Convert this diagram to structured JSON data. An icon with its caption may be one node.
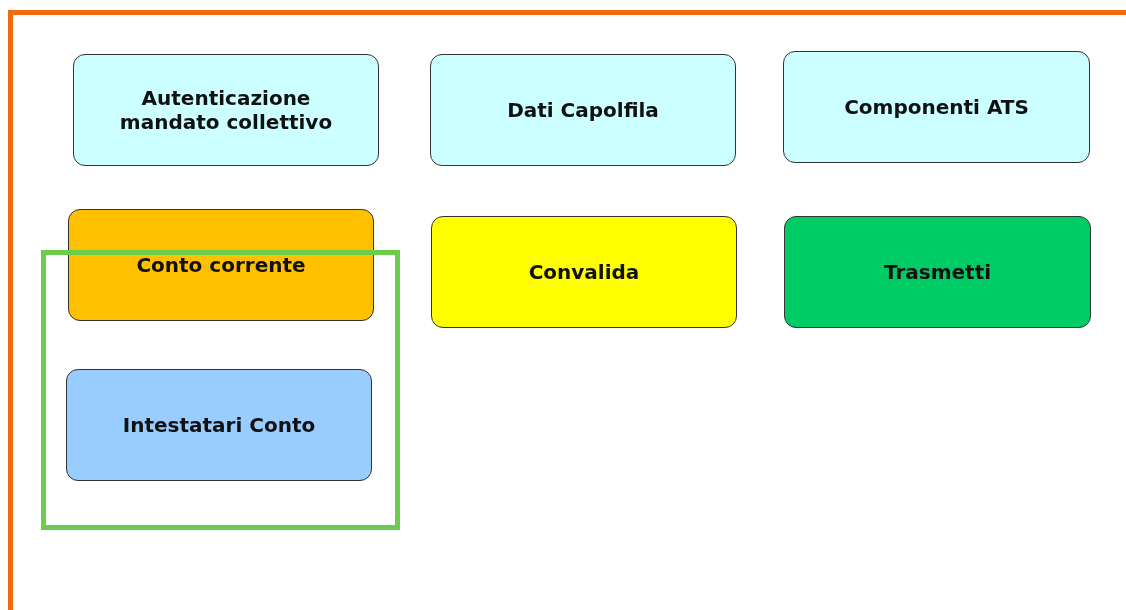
{
  "diagram": {
    "nodes": [
      {
        "text": [
          "Autenticazione mandato collettivo"
        ]
      },
      {
        "text": [
          "Dati Capolfila"
        ]
      },
      {
        "text": [
          "Componenti ATS"
        ]
      },
      {
        "text": [
          "Conto corrente"
        ]
      },
      {
        "text": [
          "Convalida"
        ]
      },
      {
        "text": [
          "Trasmetti"
        ]
      },
      {
        "text": [],
        "shape": "box"
      },
      {
        "text": [
          "Intestatari Conto"
        ],
        "in": 6
      }
    ],
    "edges": []
  }
}
